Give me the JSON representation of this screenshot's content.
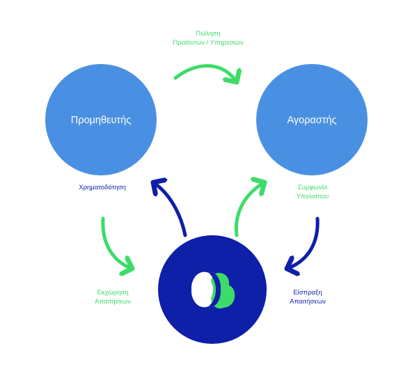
{
  "colors": {
    "circle_light": "#4a90e2",
    "circle_dark": "#0e1fa8",
    "green": "#3ddc6a",
    "navy": "#0e1fa8",
    "white": "#ffffff"
  },
  "nodes": {
    "supplier": {
      "label": "Προμηθευτής"
    },
    "buyer": {
      "label": "Αγοραστής"
    },
    "platform": {
      "icon": "platform-logo-icon"
    }
  },
  "flows": {
    "sale": {
      "line1": "Πώληση",
      "line2": "Προϊόντων / Υπηρεσιών"
    },
    "financing": {
      "line1": "Χρηματοδότηση"
    },
    "agreement": {
      "line1": "Συμφωνία",
      "line2": "Υπολοίπου"
    },
    "assignment": {
      "line1": "Εκχώρηση",
      "line2": "Απαιτήσεων"
    },
    "collection": {
      "line1": "Είσπραξη",
      "line2": "Απαιτήσεων"
    }
  }
}
